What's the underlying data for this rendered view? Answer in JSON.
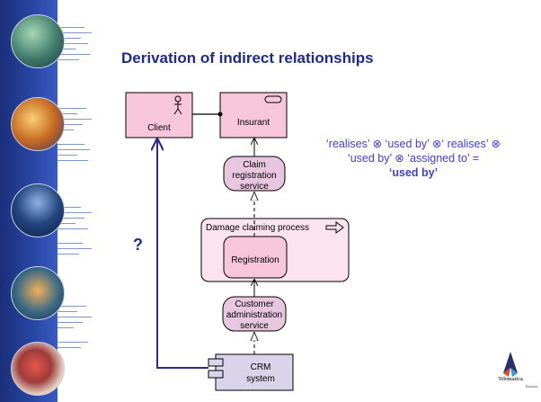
{
  "slide": {
    "title": "Derivation of indirect relationships"
  },
  "diagram": {
    "client": "Client",
    "insurant": "Insurant",
    "claim_service": [
      "Claim",
      "registration",
      "service"
    ],
    "process": "Damage claiming process",
    "registration": "Registration",
    "customer_service": [
      "Customer",
      "administration",
      "service"
    ],
    "crm": [
      "CRM",
      "system"
    ]
  },
  "formula": {
    "line1": "‘realises’ ⊗ ‘used by’ ⊗‘ realises’ ⊗",
    "line2": "‘used by’ ⊗ ‘assigned to’ =",
    "result": "‘used by’"
  },
  "question_mark": "?",
  "logo": {
    "name": "Telematica",
    "sub": "Instituut"
  },
  "colors": {
    "title": "#1f2a8a",
    "formula": "#3f3fd0",
    "actor_fill": "#f7c6da",
    "service_fill": "#e7c7e0",
    "process_fill": "#fbe3f0",
    "component_fill": "#d9d4ea",
    "connector": "#2a2a8a"
  }
}
